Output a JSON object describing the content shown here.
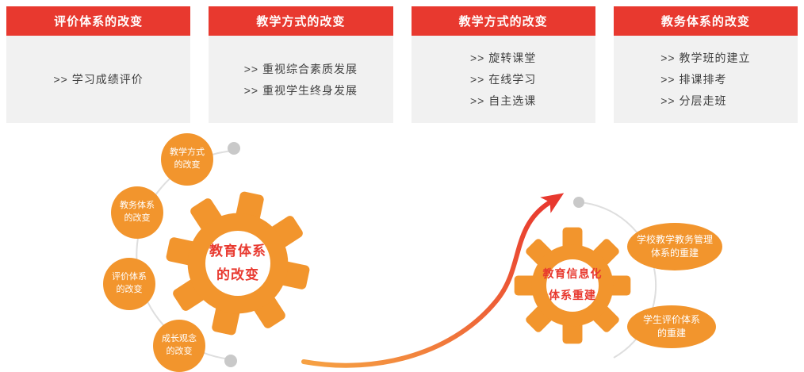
{
  "cards": [
    {
      "title": "评价体系的改变",
      "items": [
        ">> 学习成绩评价"
      ]
    },
    {
      "title": "教学方式的改变",
      "items": [
        ">> 重视综合素质发展",
        ">> 重视学生终身发展"
      ]
    },
    {
      "title": "教学方式的改变",
      "items": [
        ">> 旋转课堂",
        ">> 在线学习",
        ">> 自主选课"
      ]
    },
    {
      "title": "教务体系的改变",
      "items": [
        ">> 教学班的建立",
        ">> 排课排考",
        ">> 分层走班"
      ]
    }
  ],
  "diagram": {
    "left_gear_label": {
      "line1": "教育体系",
      "line2": "的改变"
    },
    "left_bubbles": [
      {
        "line1": "教学方式",
        "line2": "的改变"
      },
      {
        "line1": "教务体系",
        "line2": "的改变"
      },
      {
        "line1": "评价体系",
        "line2": "的改变"
      },
      {
        "line1": "成长观念",
        "line2": "的改变"
      }
    ],
    "right_gear_label": {
      "line1": "教育信息化",
      "line2": "体系重建"
    },
    "right_bubbles": [
      {
        "line1": "学校教学教务管理",
        "line2": "体系的重建"
      },
      {
        "line1": "学生评价体系",
        "line2": "的重建"
      }
    ]
  },
  "colors": {
    "header_red": "#e8392f",
    "gear_orange": "#f2952d",
    "card_body_gray": "#f1f1f1",
    "arc_gray": "#dedede",
    "dot_gray": "#c9c9c9"
  }
}
